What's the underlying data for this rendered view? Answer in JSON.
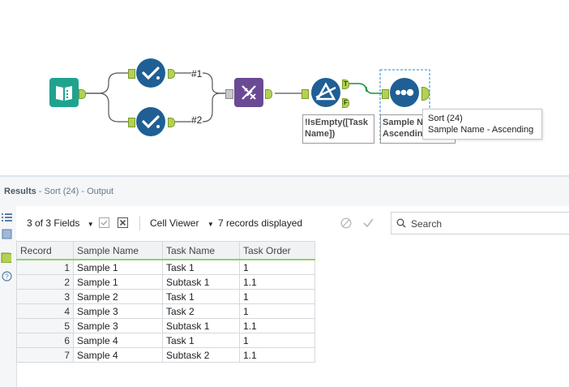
{
  "canvas": {
    "connection_labels": [
      "#1",
      "#2"
    ],
    "filter_annotation": "!IsEmpty([Task\nName])",
    "sort_annotation": "Sample N\nAscending",
    "filter_true_label": "T",
    "filter_false_label": "F",
    "tooltip": {
      "title": "Sort (24)",
      "body": "Sample Name - Ascending"
    }
  },
  "results": {
    "label": "Results",
    "source": " - Sort (24) - Output"
  },
  "toolbar": {
    "fields_label": "3 of 3 Fields",
    "viewer_label": "Cell Viewer",
    "records_text": "7 records displayed",
    "search_placeholder": "Search"
  },
  "grid": {
    "columns": [
      "Record",
      "Sample Name",
      "Task Name",
      "Task Order"
    ],
    "rows": [
      [
        "1",
        "Sample 1",
        "Task 1",
        "1"
      ],
      [
        "2",
        "Sample 1",
        "Subtask 1",
        "1.1"
      ],
      [
        "3",
        "Sample 2",
        "Task 1",
        "1"
      ],
      [
        "4",
        "Sample 3",
        "Task 2",
        "1"
      ],
      [
        "5",
        "Sample 3",
        "Subtask 1",
        "1.1"
      ],
      [
        "6",
        "Sample 4",
        "Task 1",
        "1"
      ],
      [
        "7",
        "Sample 4",
        "Subtask 2",
        "1.1"
      ]
    ]
  },
  "colors": {
    "tool_blue": "#1f5f94",
    "input_teal": "#1fa38f",
    "join_purple": "#6a4a94",
    "anchor_green": "#b3d155"
  }
}
